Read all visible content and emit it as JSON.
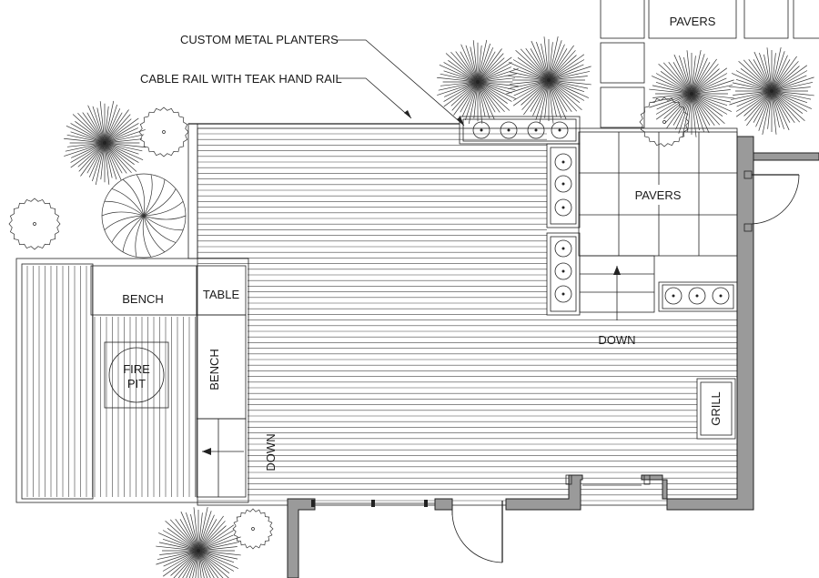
{
  "labels": {
    "custom_metal_planters": "CUSTOM METAL PLANTERS",
    "cable_rail": "CABLE RAIL WITH TEAK HAND RAIL",
    "pavers_top": "PAVERS",
    "pavers_mid": "PAVERS",
    "bench_horizontal": "BENCH",
    "table": "TABLE",
    "bench_vertical": "BENCH",
    "fire_pit_line1": "FIRE",
    "fire_pit_line2": "PIT",
    "down_right": "DOWN",
    "down_left": "DOWN",
    "grill": "GRILL"
  },
  "colors": {
    "line": "#222222",
    "wall_fill": "#9a9a9a",
    "background": "#ffffff"
  }
}
